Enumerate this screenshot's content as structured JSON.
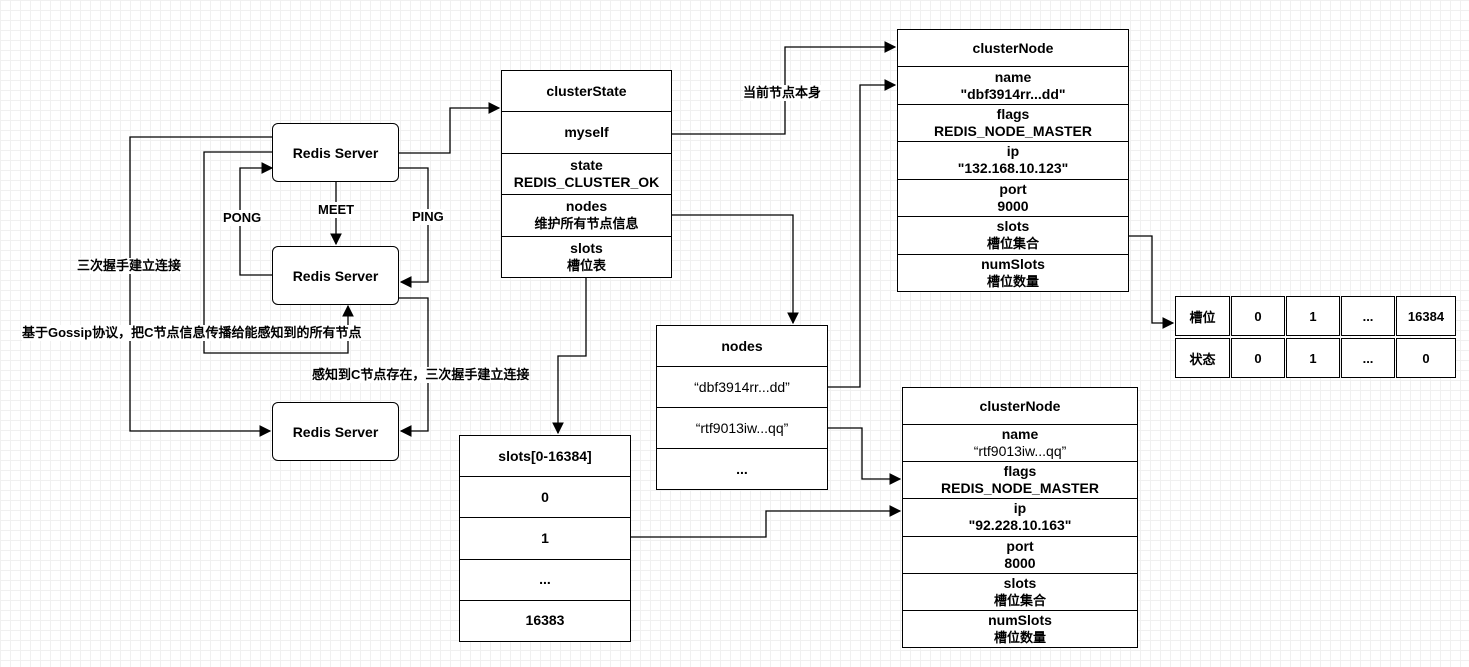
{
  "servers": {
    "a": "Redis Server",
    "b": "Redis Server",
    "c": "Redis Server"
  },
  "labels": {
    "meet": "MEET",
    "pong": "PONG",
    "ping": "PING",
    "handshake": "三次握手建立连接",
    "gossip": "基于Gossip协议，把C节点信息传播给能感知到的所有节点",
    "sense": "感知到C节点存在，三次握手建立连接",
    "myself_node": "当前节点本身"
  },
  "cluster_state": {
    "title": "clusterState",
    "myself": "myself",
    "state_label": "state",
    "state_value": "REDIS_CLUSTER_OK",
    "nodes_label": "nodes",
    "nodes_desc": "维护所有节点信息",
    "slots_label": "slots",
    "slots_desc": "槽位表"
  },
  "nodes_dict": {
    "title": "nodes",
    "key1": "“dbf3914rr...dd”",
    "key2": "“rtf9013iw...qq”",
    "more": "..."
  },
  "slots_array": {
    "title": "slots[0-16384]",
    "items": [
      "0",
      "1",
      "...",
      "16383"
    ]
  },
  "node_top": {
    "title": "clusterNode",
    "name_label": "name",
    "name_value": "\"dbf3914rr...dd\"",
    "flags_label": "flags",
    "flags_value": "REDIS_NODE_MASTER",
    "ip_label": "ip",
    "ip_value": "\"132.168.10.123\"",
    "port_label": "port",
    "port_value": "9000",
    "slots_label": "slots",
    "slots_desc": "槽位集合",
    "numslots_label": "numSlots",
    "numslots_desc": "槽位数量"
  },
  "node_bottom": {
    "title": "clusterNode",
    "name_label": "name",
    "name_value": "“rtf9013iw...qq”",
    "flags_label": "flags",
    "flags_value": "REDIS_NODE_MASTER",
    "ip_label": "ip",
    "ip_value": "\"92.228.10.163\"",
    "port_label": "port",
    "port_value": "8000",
    "slots_label": "slots",
    "slots_desc": "槽位集合",
    "numslots_label": "numSlots",
    "numslots_desc": "槽位数量"
  },
  "bitmap": {
    "row1": [
      "槽位",
      "0",
      "1",
      "...",
      "16384"
    ],
    "row2": [
      "状态",
      "0",
      "1",
      "...",
      "0"
    ]
  }
}
